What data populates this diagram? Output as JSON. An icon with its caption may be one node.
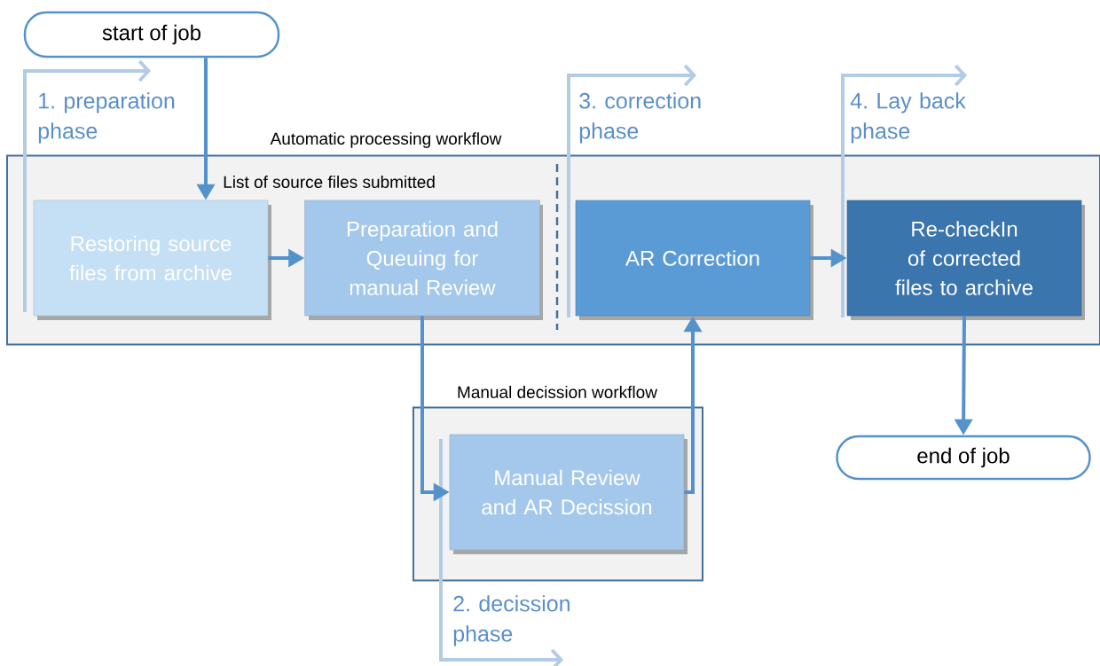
{
  "diagram": {
    "nodes": [
      {
        "text": [
          "start of job"
        ]
      },
      {
        "text": [
          "Automatic processing workflow"
        ]
      },
      {
        "text": [
          "Restoring source files from archive"
        ],
        "in": 1
      },
      {
        "text": [
          "Preparation and Queuing for manual Review"
        ],
        "in": 1
      },
      {
        "text": [
          "AR Correction"
        ],
        "in": 1
      },
      {
        "text": [
          "Re-checkIn of corrected files to archive"
        ],
        "in": 1
      },
      {
        "text": [
          "Manual decission workflow"
        ]
      },
      {
        "text": [
          "Manual Review and AR Decission"
        ],
        "in": 6
      },
      {
        "text": [
          "end of job"
        ]
      }
    ],
    "edges": [
      {
        "from": 0,
        "to": 2,
        "arrow": "to",
        "label": "List of source files submitted"
      },
      {
        "from": 2,
        "to": 3,
        "arrow": "to"
      },
      {
        "from": 3,
        "to": 7,
        "arrow": "to"
      },
      {
        "from": 7,
        "to": 4,
        "arrow": "to"
      },
      {
        "from": 4,
        "to": 5,
        "arrow": "to"
      },
      {
        "from": 5,
        "to": 8,
        "arrow": "to"
      }
    ],
    "labels": [
      "1. preparation phase",
      "3. correction phase",
      "4. Lay back phase",
      "2. decission phase"
    ]
  }
}
